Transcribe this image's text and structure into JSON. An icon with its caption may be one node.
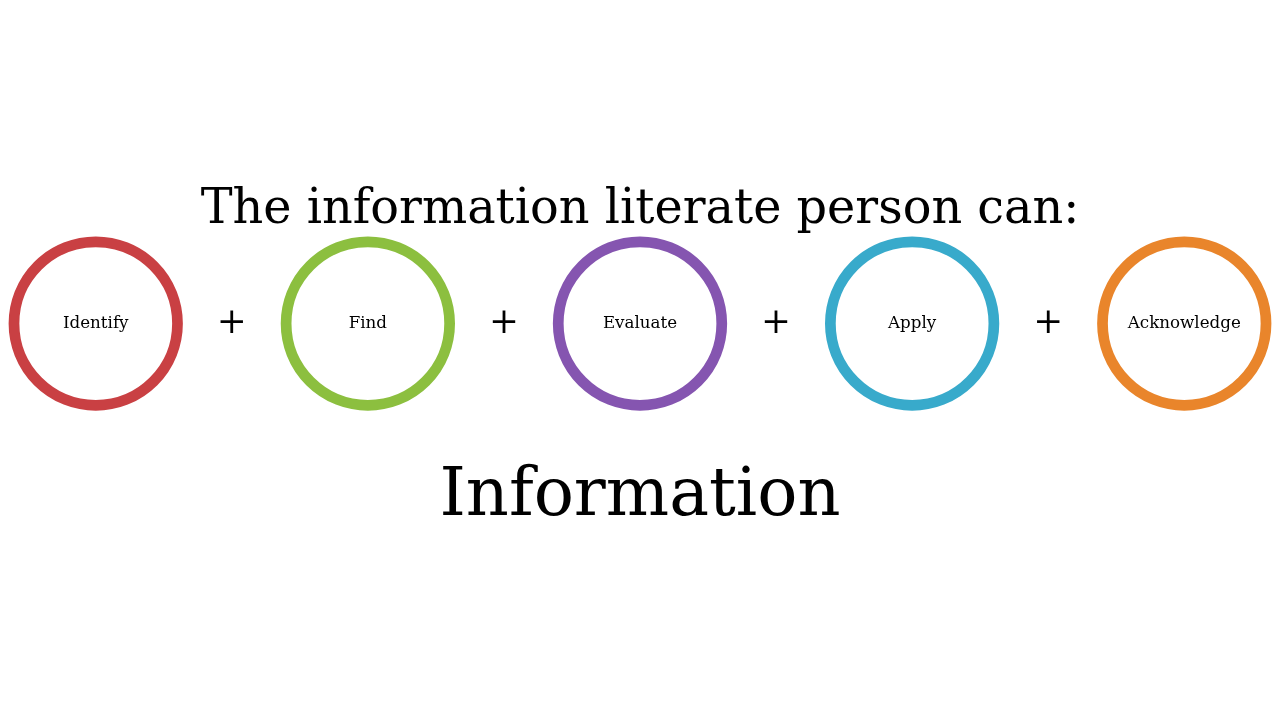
{
  "diagram": {
    "title": "The information literate person can:",
    "caption": "Information",
    "nodes": [
      {
        "text": [
          "Identify"
        ]
      },
      {
        "text": [
          "Find"
        ]
      },
      {
        "text": [
          "Evaluate"
        ]
      },
      {
        "text": [
          "Apply"
        ]
      },
      {
        "text": [
          "Acknowledge"
        ]
      }
    ],
    "labels": [
      "+",
      "+",
      "+",
      "+"
    ]
  }
}
